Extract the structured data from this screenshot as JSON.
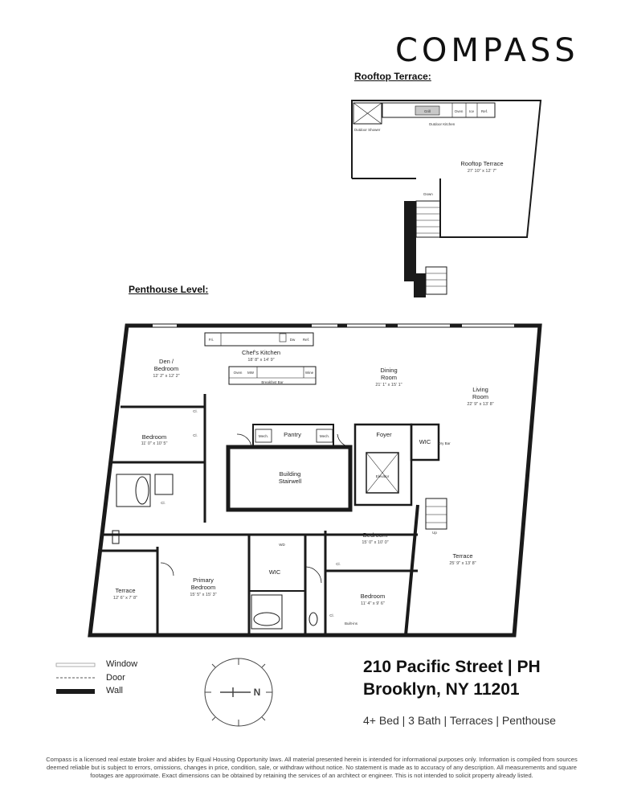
{
  "brand": "COMPASS",
  "rooftop": {
    "heading": "Rooftop Terrace:",
    "outdoor_shower": "Outdoor Shower",
    "outdoor_kitchen": "Outdoor Kitchen",
    "grill": "Grill",
    "oven": "Oven",
    "ice": "Ice",
    "ref": "Ref.",
    "terrace_name": "Rooftop Terrace",
    "terrace_dim": "27' 10\" x 12' 7\"",
    "down": "Down"
  },
  "penthouse": {
    "heading": "Penthouse Level:",
    "fri": "Fri.",
    "dw": "Dw",
    "ref": "Ref.",
    "oven": "Oven",
    "mw": "MW",
    "wine": "Wine",
    "breakfast_bar": "Breakfast Bar",
    "rooms": {
      "den": "Den /",
      "den2": "Bedroom",
      "den_dim": "12' 2\" x 12' 2\"",
      "kitchen": "Chef's Kitchen",
      "kitchen_dim": "18' 8\" x 14' 9\"",
      "dining": "Dining",
      "dining2": "Room",
      "dining_dim": "21' 1\" x 15' 1\"",
      "living": "Living",
      "living2": "Room",
      "living_dim": "22' 9\" x 13' 8\"",
      "bedroom_a": "Bedroom",
      "bedroom_a_dim": "11' 0\" x 10' 5\"",
      "pantry": "Pantry",
      "mech": "Mech.",
      "foyer": "Foyer",
      "wic": "WIC",
      "dry_bar": "Dry Bar",
      "stair": "Building",
      "stair2": "Stairwell",
      "elevator": "Elevator",
      "cl": "Cl.",
      "bedroom_b": "Bedroom",
      "bedroom_b_dim": "15' 0\" x 10' 0\"",
      "bedroom_c": "Bedroom",
      "bedroom_c_dim": "11' 4\" x 9' 6\"",
      "builtins": "Built-ins",
      "wd": "WD",
      "up": "Up",
      "terrace_e": "Terrace",
      "terrace_e_dim": "25' 9\" x 13' 8\"",
      "terrace_w": "Terrace",
      "terrace_w_dim": "12' 6\" x 7' 8\"",
      "primary": "Primary",
      "primary2": "Bedroom",
      "primary_dim": "15' 5\" x 15' 3\""
    }
  },
  "legend": {
    "window": "Window",
    "door": "Door",
    "wall": "Wall"
  },
  "compass_letter": "N",
  "address_line1": "210 Pacific Street | PH",
  "address_line2": "Brooklyn, NY 11201",
  "summary": "4+ Bed | 3 Bath | Terraces | Penthouse",
  "disclaimer": "Compass is a licensed real estate broker and abides by Equal Housing Opportunity laws. All material presented herein is intended for informational purposes only. Information is compiled from sources deemed reliable but is subject to errors, omissions, changes in price, condition, sale, or withdraw without notice. No statement is made as to accuracy of any description. All measurements and square footages are approximate. Exact dimensions can be obtained by retaining the services of an architect or engineer. This is not intended to solicit property already listed.",
  "colors": {
    "wall": "#1a1a1a",
    "text": "#222222",
    "window": "#9a9a9a"
  }
}
